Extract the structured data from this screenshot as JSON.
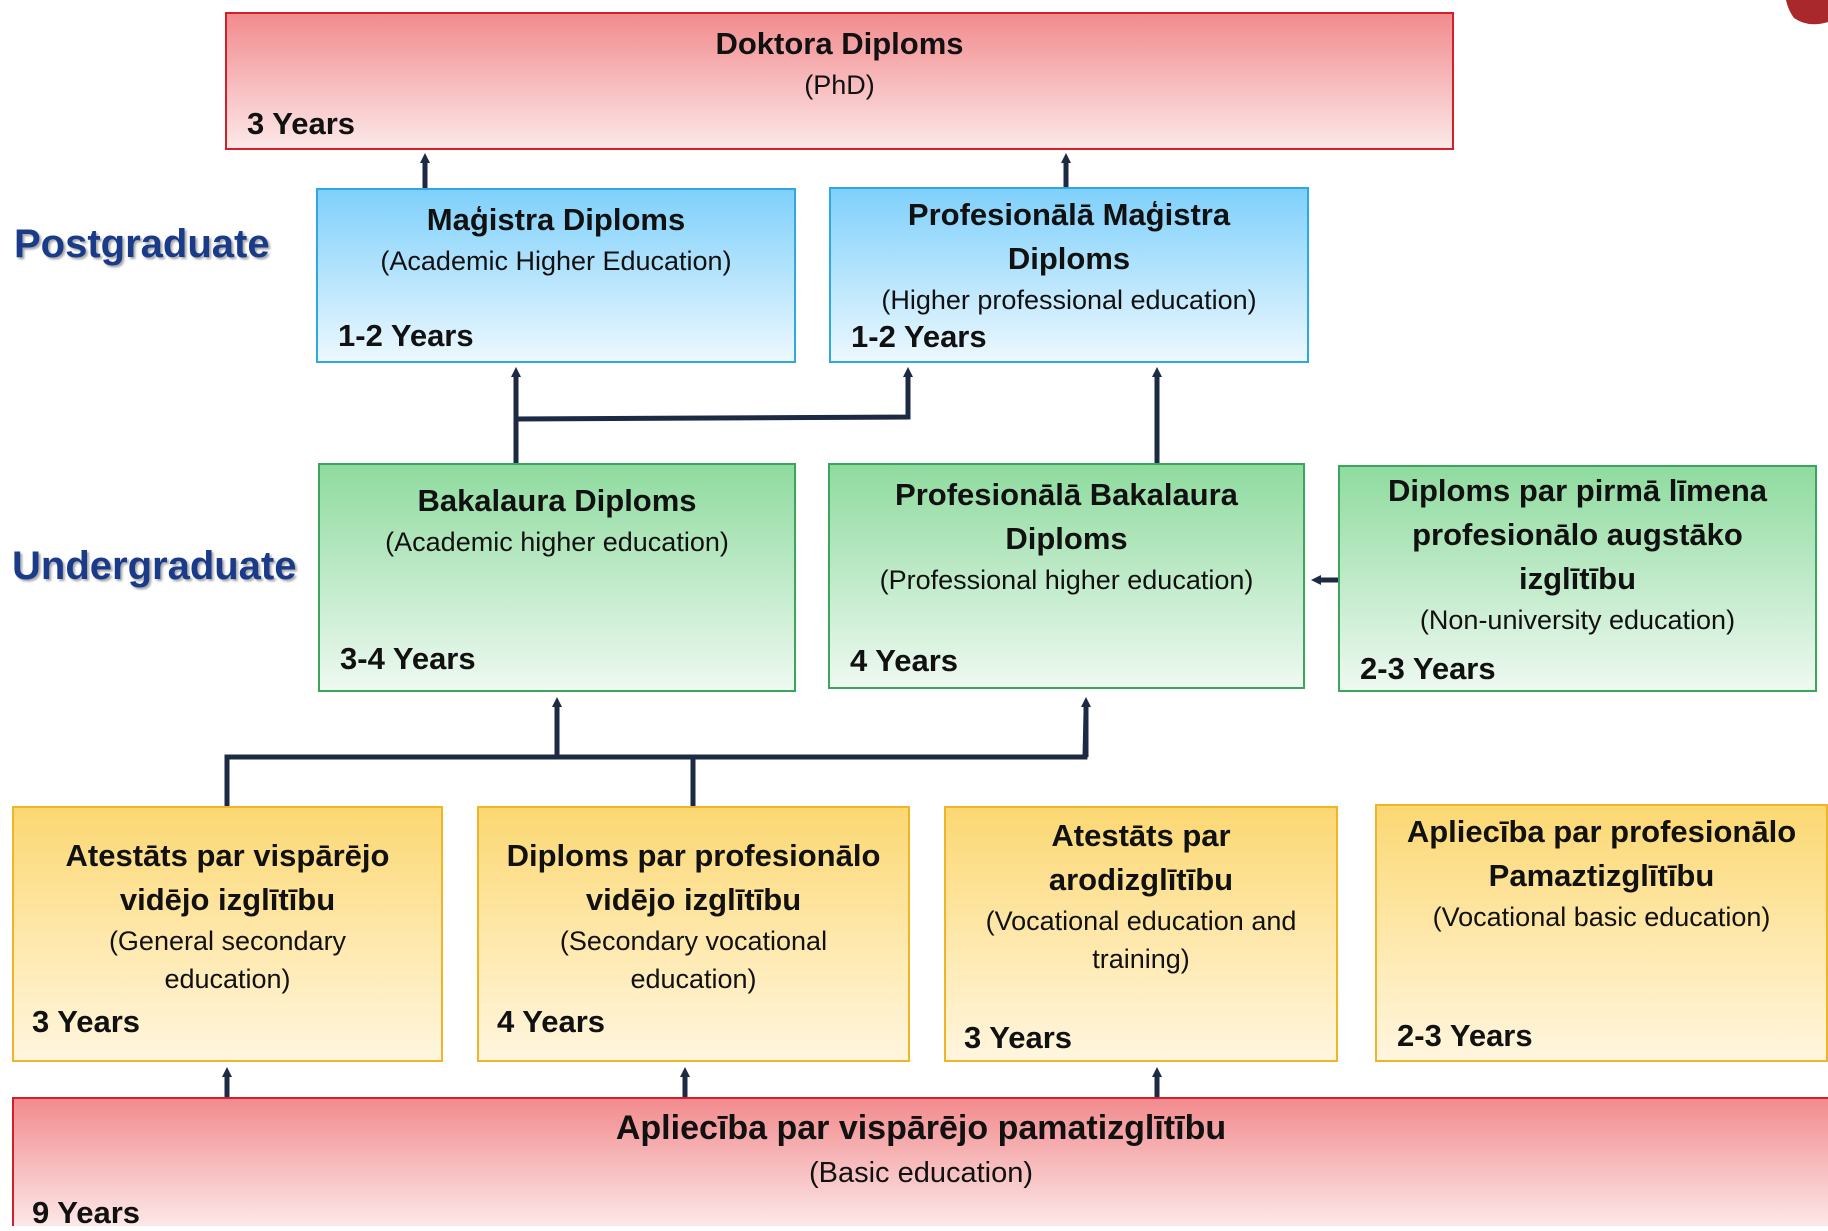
{
  "levels": {
    "postgraduate": "Postgraduate",
    "undergraduate": "Undergraduate"
  },
  "boxes": {
    "phd": {
      "title": "Doktora Diploms",
      "sub": "(PhD)",
      "duration": "3 Years"
    },
    "magistra": {
      "title": "Maģistra Diploms",
      "sub": "(Academic Higher Education)",
      "duration": "1-2 Years"
    },
    "prof_magistra": {
      "title_line1": "Profesionālā Maģistra",
      "title_line2": "Diploms",
      "sub": "(Higher professional education)",
      "duration": "1-2 Years"
    },
    "bakalaura": {
      "title": "Bakalaura Diploms",
      "sub": "(Academic higher education)",
      "duration": "3-4 Years"
    },
    "prof_bakalaura": {
      "title_line1": "Profesionālā Bakalaura",
      "title_line2": "Diploms",
      "sub": "(Professional higher education)",
      "duration": "4 Years"
    },
    "pirma_limena": {
      "title_line1": "Diploms par pirmā līmena",
      "title_line2": "profesionālo augstāko",
      "title_line3": "izglītību",
      "sub": "(Non-university education)",
      "duration": "2-3 Years"
    },
    "atestats_vispar": {
      "title_line1": "Atestāts par vispārējo",
      "title_line2": "vidējo izglītību",
      "sub_line1": "(General secondary",
      "sub_line2": "education)",
      "duration": "3 Years"
    },
    "diploms_prof_videjo": {
      "title_line1": "Diploms par profesionālo",
      "title_line2": "vidējo izglītību",
      "sub_line1": "(Secondary vocational",
      "sub_line2": "education)",
      "duration": "4 Years"
    },
    "atestats_arod": {
      "title_line1": "Atestāts par",
      "title_line2": "arodizglītību",
      "sub_line1": "(Vocational education and",
      "sub_line2": "training)",
      "duration": "3 Years"
    },
    "apliecība_pamaz": {
      "title_line1": "Apliecība par profesionālo",
      "title_line2": "Pamaztizglītību",
      "sub": "(Vocational  basic education)",
      "duration": "2-3 Years"
    },
    "basic": {
      "title": "Apliecība par vispārējo pamatizglītību",
      "sub": "(Basic education)",
      "duration": "9 Years"
    }
  },
  "colors": {
    "red_border": "#d0202a",
    "blue_border": "#2fa8e0",
    "green_border": "#3ca55c",
    "yellow_border": "#f0b428",
    "connector": "#1c2a44",
    "level_label": "#1a3a8a"
  }
}
